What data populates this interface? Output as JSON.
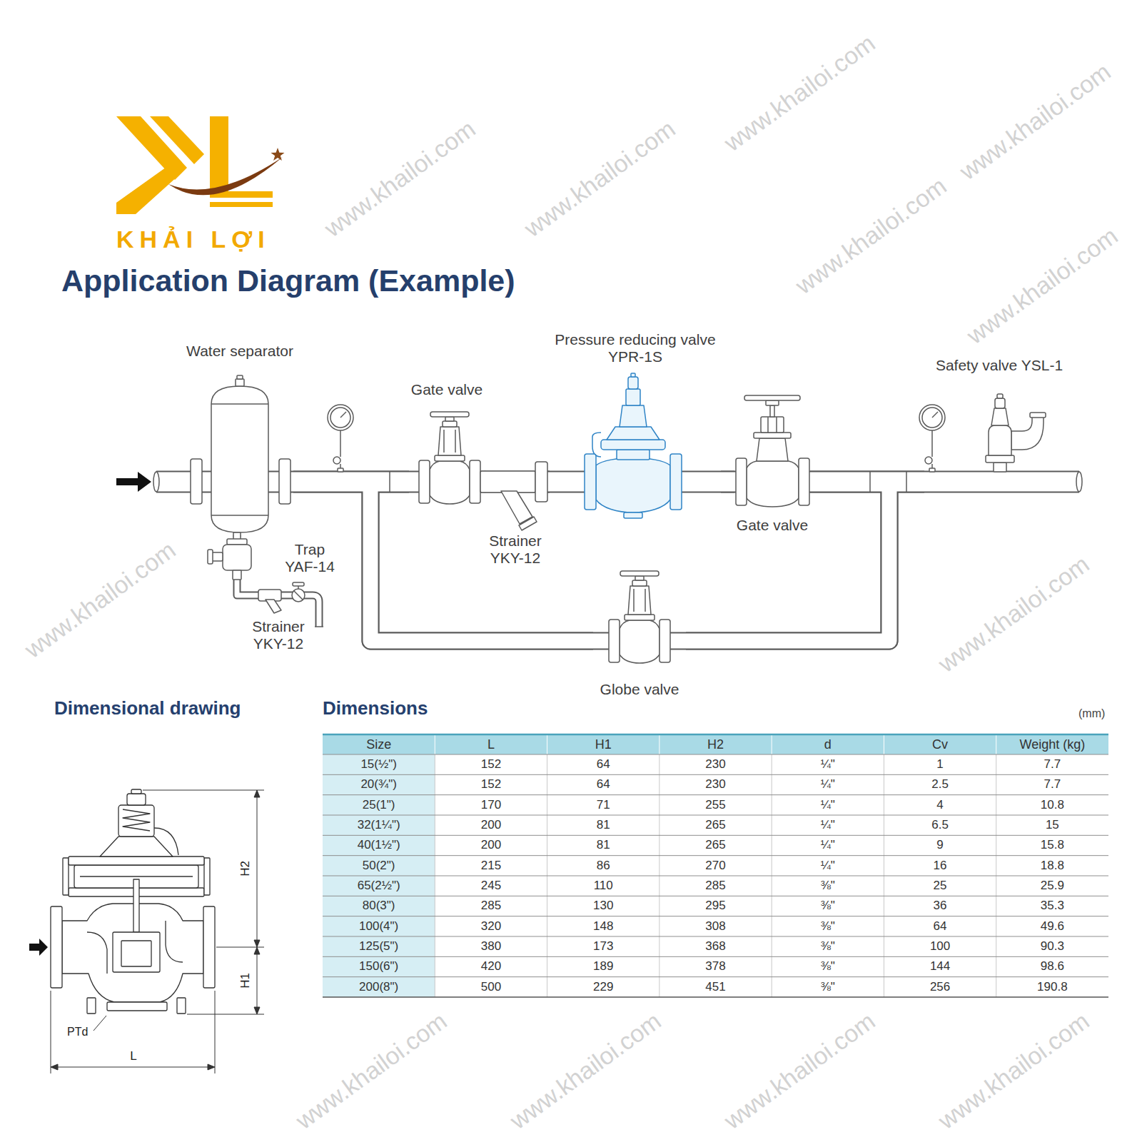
{
  "diagram": {
    "title": "Application Diagram (Example)",
    "nodes": [
      {
        "text": [
          "Water separator"
        ]
      },
      {
        "text": [
          "Gate valve"
        ]
      },
      {
        "text": [
          "Strainer YKY-12"
        ]
      },
      {
        "text": [
          "Pressure reducing valve YPR-1S"
        ]
      },
      {
        "text": [
          "Gate valve"
        ]
      },
      {
        "text": [
          "Safety valve YSL-1"
        ]
      },
      {
        "text": [
          "Trap YAF-14"
        ]
      },
      {
        "text": [
          "Strainer YKY-12"
        ]
      },
      {
        "text": [
          "Globe valve"
        ]
      }
    ],
    "edges": [
      {
        "from": 0,
        "to": 1,
        "arrow": "none"
      },
      {
        "from": 1,
        "to": 2,
        "arrow": "none"
      },
      {
        "from": 2,
        "to": 3,
        "arrow": "none"
      },
      {
        "from": 3,
        "to": 4,
        "arrow": "none"
      },
      {
        "from": 4,
        "to": 5,
        "arrow": "none"
      },
      {
        "from": 0,
        "to": 8,
        "arrow": "none"
      },
      {
        "from": 8,
        "to": 5,
        "arrow": "none"
      },
      {
        "from": 0,
        "to": 6,
        "arrow": "none"
      },
      {
        "from": 6,
        "to": 7,
        "arrow": "none"
      }
    ],
    "labels": [
      "KHẢI LỢI",
      "Dimensional drawing",
      "Dimensions",
      "(mm)",
      "H2",
      "H1",
      "PTd",
      "L",
      "Size",
      "L",
      "H1",
      "H2",
      "d",
      "Cv",
      "Weight (kg)",
      "15(½\")",
      "152",
      "64",
      "230",
      "¼\"",
      "1",
      "7.7",
      "20(¾\")",
      "152",
      "64",
      "230",
      "¼\"",
      "2.5",
      "7.7",
      "25(1\")",
      "170",
      "71",
      "255",
      "¼\"",
      "4",
      "10.8",
      "32(1¼\")",
      "200",
      "81",
      "265",
      "¼\"",
      "6.5",
      "15",
      "40(1½\")",
      "200",
      "81",
      "265",
      "¼\"",
      "9",
      "15.8",
      "50(2\")",
      "215",
      "86",
      "270",
      "¼\"",
      "16",
      "18.8",
      "65(2½\")",
      "245",
      "110",
      "285",
      "⅜\"",
      "25",
      "25.9",
      "80(3\")",
      "285",
      "130",
      "295",
      "⅜\"",
      "36",
      "35.3",
      "100(4\")",
      "320",
      "148",
      "308",
      "⅜\"",
      "64",
      "49.6",
      "125(5\")",
      "380",
      "173",
      "368",
      "⅜\"",
      "100",
      "90.3",
      "150(6\")",
      "420",
      "189",
      "378",
      "⅜\"",
      "144",
      "98.6",
      "200(8\")",
      "500",
      "229",
      "451",
      "⅜\"",
      "256",
      "190.8",
      "www.khailoi.com",
      "www.khailoi.com",
      "www.khailoi.com",
      "www.khailoi.com",
      "www.khailoi.com",
      "www.khailoi.com",
      "www.khailoi.com",
      "www.khailoi.com",
      "www.khailoi.com",
      "www.khailoi.com",
      "www.khailoi.com",
      "www.khailoi.com"
    ]
  }
}
